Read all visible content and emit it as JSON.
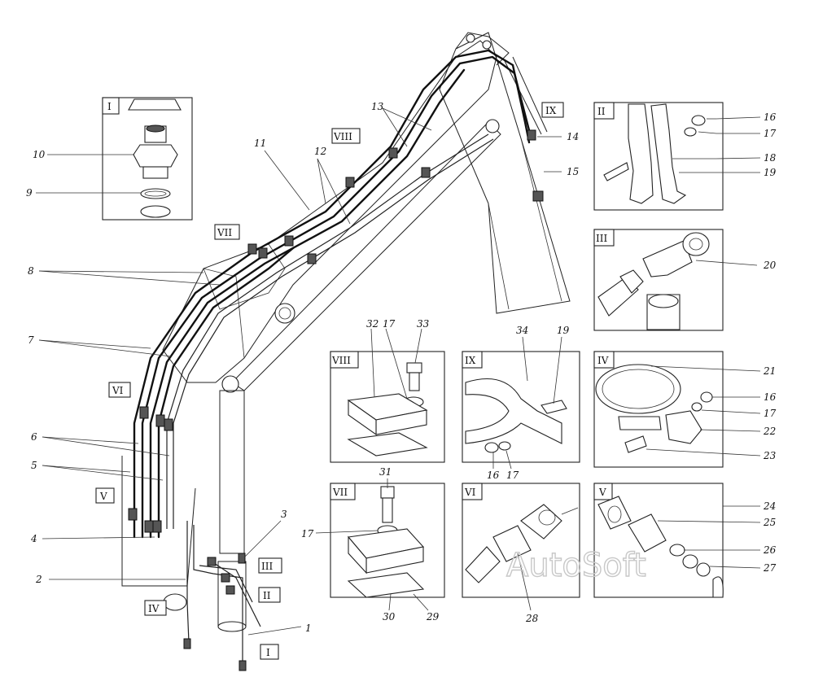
{
  "watermark": "AutoSoft",
  "main_labels": [
    "1",
    "2",
    "3",
    "4",
    "5",
    "6",
    "7",
    "8",
    "11",
    "12",
    "13",
    "14",
    "15"
  ],
  "main_views": [
    "I",
    "II",
    "III",
    "IV",
    "V",
    "VI",
    "VII",
    "VIII",
    "IX"
  ],
  "inset_I": {
    "view": "I",
    "labels": [
      "10",
      "9"
    ]
  },
  "inset_II": {
    "view": "II",
    "labels": [
      "16",
      "17",
      "18",
      "19"
    ]
  },
  "inset_III": {
    "view": "III",
    "labels": [
      "20"
    ]
  },
  "inset_IV": {
    "view": "IV",
    "labels": [
      "21",
      "16",
      "17",
      "22",
      "23"
    ]
  },
  "inset_V": {
    "view": "V",
    "labels": [
      "24",
      "25",
      "26",
      "27"
    ]
  },
  "inset_VI": {
    "view": "VI",
    "labels": [
      "28"
    ]
  },
  "inset_VII": {
    "view": "VII",
    "labels": [
      "31",
      "17",
      "30",
      "29"
    ]
  },
  "inset_VIII": {
    "view": "VIII",
    "labels": [
      "32",
      "17",
      "33"
    ]
  },
  "inset_IX": {
    "view": "IX",
    "labels": [
      "34",
      "19",
      "16",
      "17"
    ]
  }
}
